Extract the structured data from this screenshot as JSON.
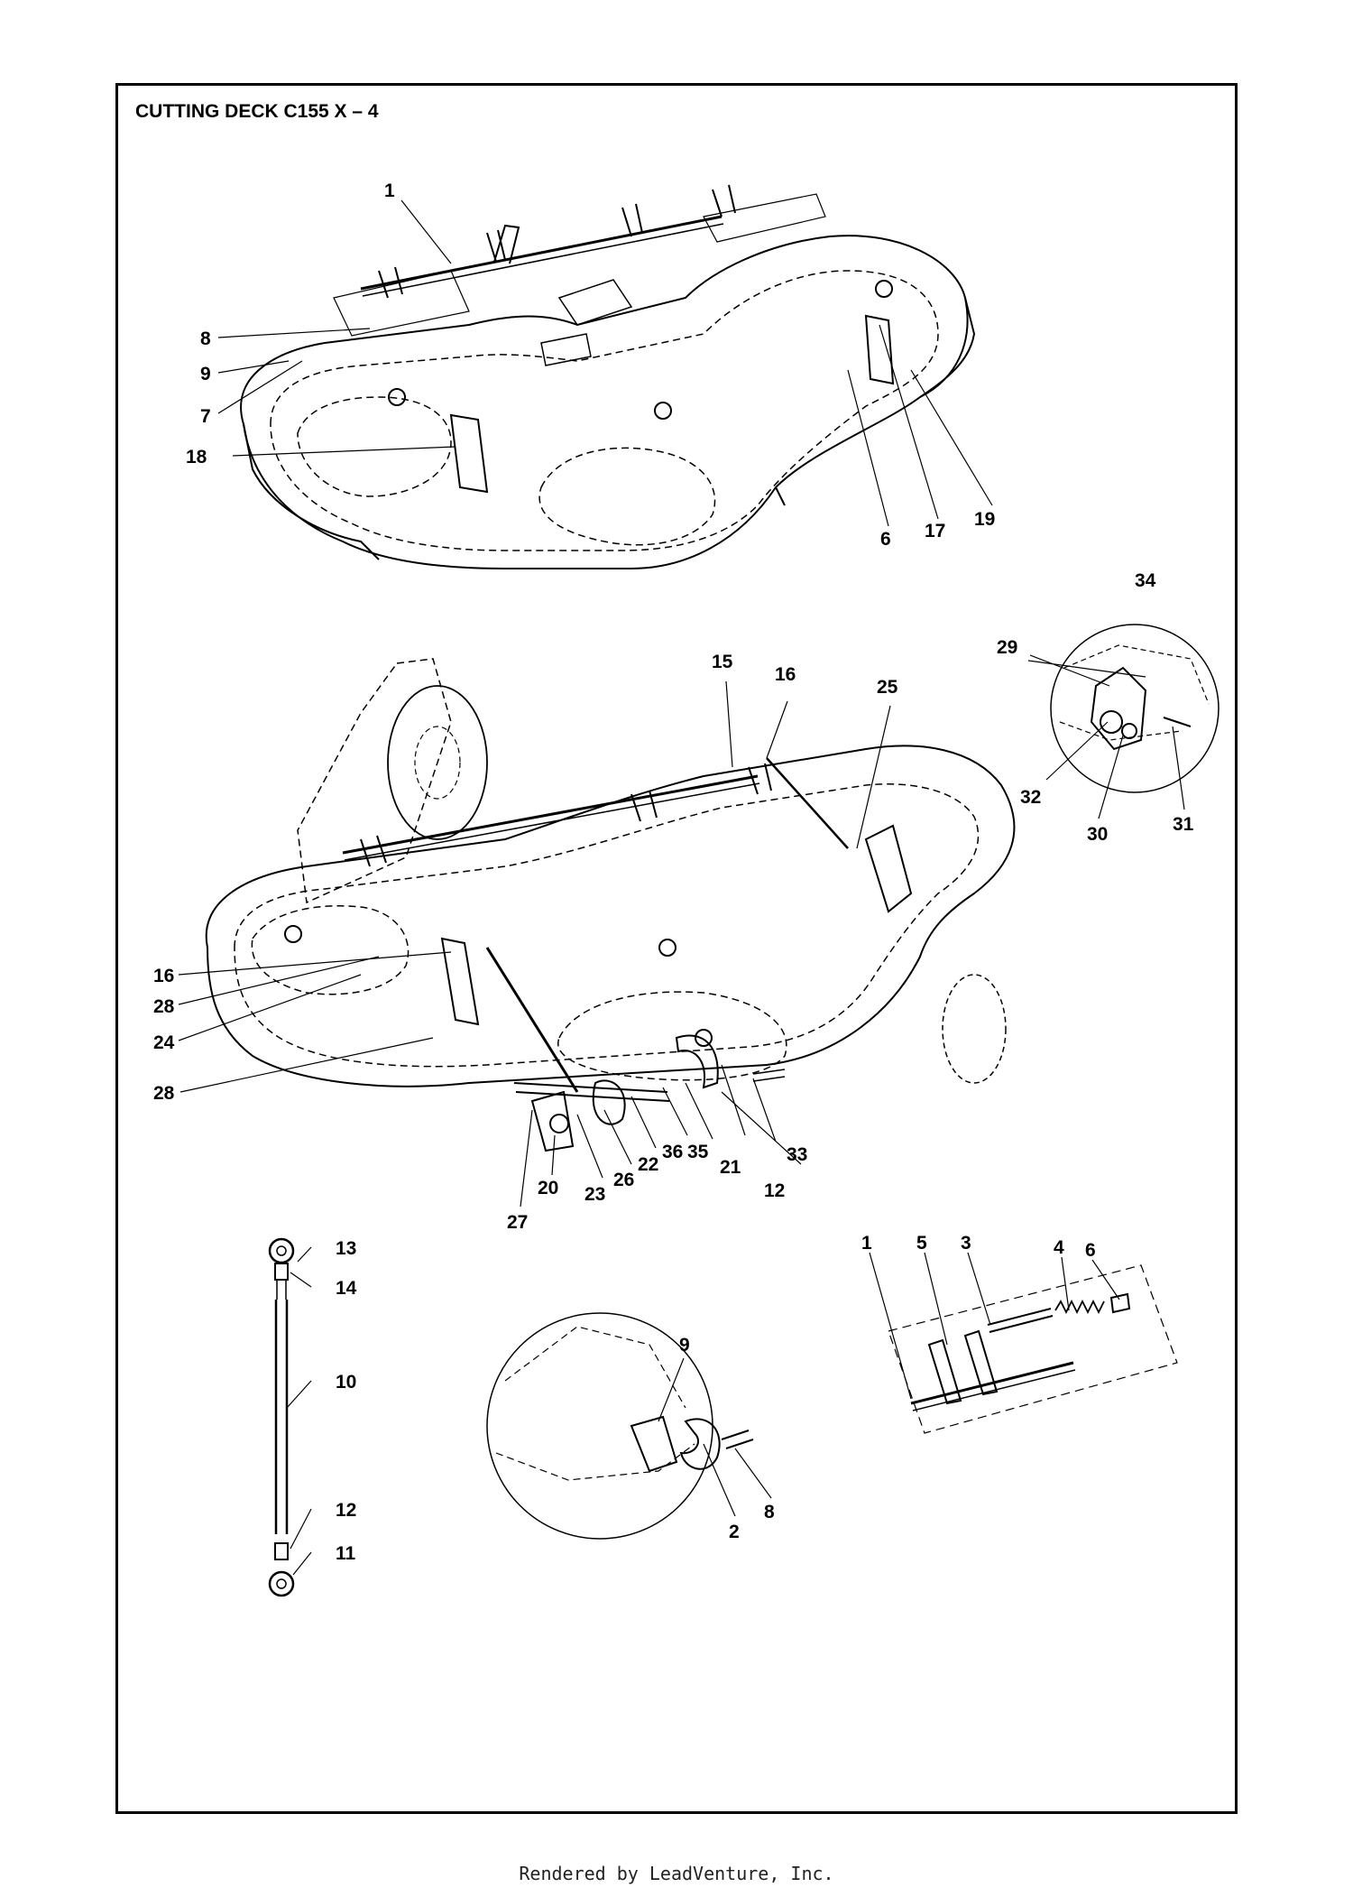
{
  "title": "CUTTING DECK C155 X – 4",
  "footer": "Rendered by LeadVenture, Inc.",
  "callouts": {
    "top": [
      "1",
      "8",
      "9",
      "7",
      "18",
      "6",
      "17",
      "19"
    ],
    "middle": [
      "15",
      "16",
      "25",
      "16",
      "28",
      "24",
      "28",
      "27",
      "20",
      "23",
      "26",
      "22",
      "36",
      "35",
      "21",
      "12",
      "33"
    ],
    "inset_right": [
      "34",
      "29",
      "32",
      "30",
      "31"
    ],
    "tie_rod": [
      "13",
      "14",
      "10",
      "12",
      "11"
    ],
    "inset_bottom": [
      "9",
      "2",
      "8"
    ],
    "shaft_detail": [
      "1",
      "5",
      "3",
      "4",
      "6"
    ]
  }
}
